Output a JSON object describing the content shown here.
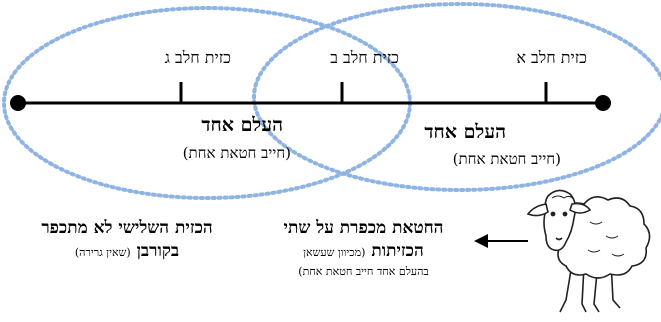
{
  "olives": {
    "a": "כזית חלב א",
    "b": "כזית חלב ב",
    "c": "כזית חלב ג"
  },
  "awareness": {
    "left_title": "העלם אחד",
    "left_sub": "(חייב חטאת אחת)",
    "right_title": "העלם אחד",
    "right_sub": "(חייב חטאת אחת)"
  },
  "atonement": {
    "line1": "החטאת מכפרת על שתי",
    "line2_main": "הכזיתות",
    "line2_paren": "(מכיוון שעשאן",
    "line3": "בהעלם אחד חייב חטאת אחת)"
  },
  "third": {
    "line1": "הכזית השלישי לא מתכפר",
    "line2_main": "בקורבן",
    "line2_paren": "(שאין גרירה)"
  },
  "colors": {
    "ellipse": "#8fb4e3",
    "line": "#000000"
  },
  "icons": [
    "sheep-icon",
    "arrow-left-icon"
  ]
}
